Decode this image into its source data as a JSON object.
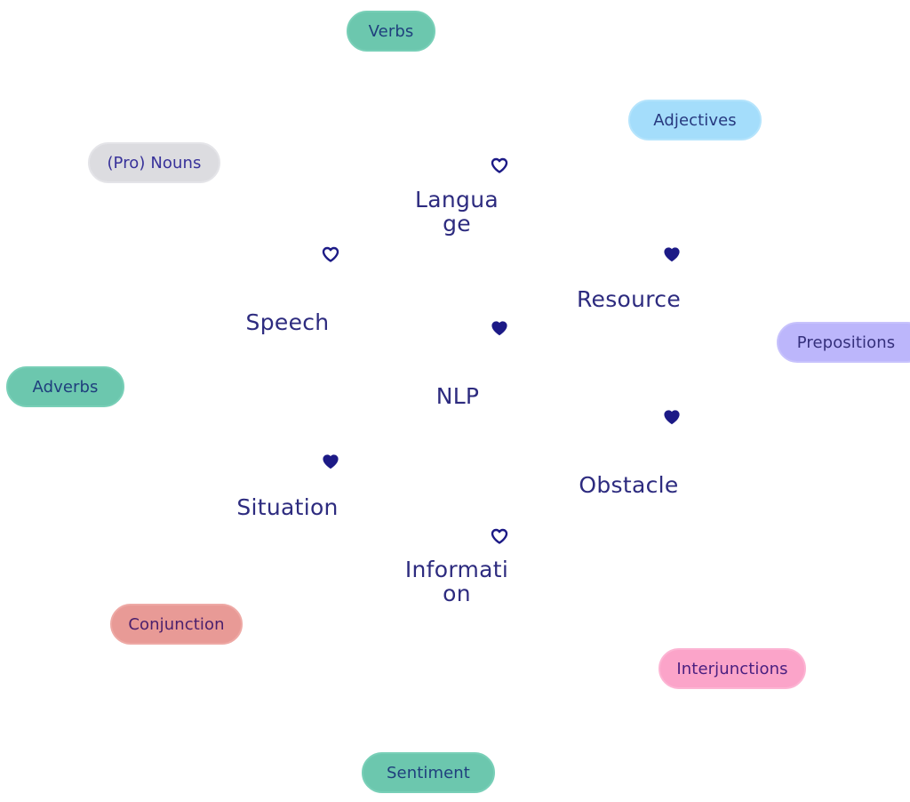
{
  "colors": {
    "node_text": "#2d2b7f",
    "heart": "#1c1a86",
    "teal": "#6cc7ae",
    "sky": "#a4ddfb",
    "grey": "#dcdce0",
    "lavender": "#bcb6fb",
    "salmon": "#e89a96",
    "pink": "#fba4c9"
  },
  "center": {
    "label": "NLP",
    "heart": "filled"
  },
  "nodes": [
    {
      "label": "Language",
      "heart": "outline"
    },
    {
      "label": "Resource",
      "heart": "filled"
    },
    {
      "label": "Obstacle",
      "heart": "filled"
    },
    {
      "label": "Information",
      "heart": "outline"
    },
    {
      "label": "Situation",
      "heart": "filled"
    },
    {
      "label": "Speech",
      "heart": "outline"
    }
  ],
  "tags": [
    {
      "label": "Verbs",
      "color": "teal"
    },
    {
      "label": "Adjectives",
      "color": "sky"
    },
    {
      "label": "(Pro) Nouns",
      "color": "grey"
    },
    {
      "label": "Prepositions",
      "color": "lavender"
    },
    {
      "label": "Adverbs",
      "color": "teal"
    },
    {
      "label": "Conjunction",
      "color": "salmon"
    },
    {
      "label": "Interjunctions",
      "color": "pink"
    },
    {
      "label": "Sentiment",
      "color": "teal"
    }
  ]
}
